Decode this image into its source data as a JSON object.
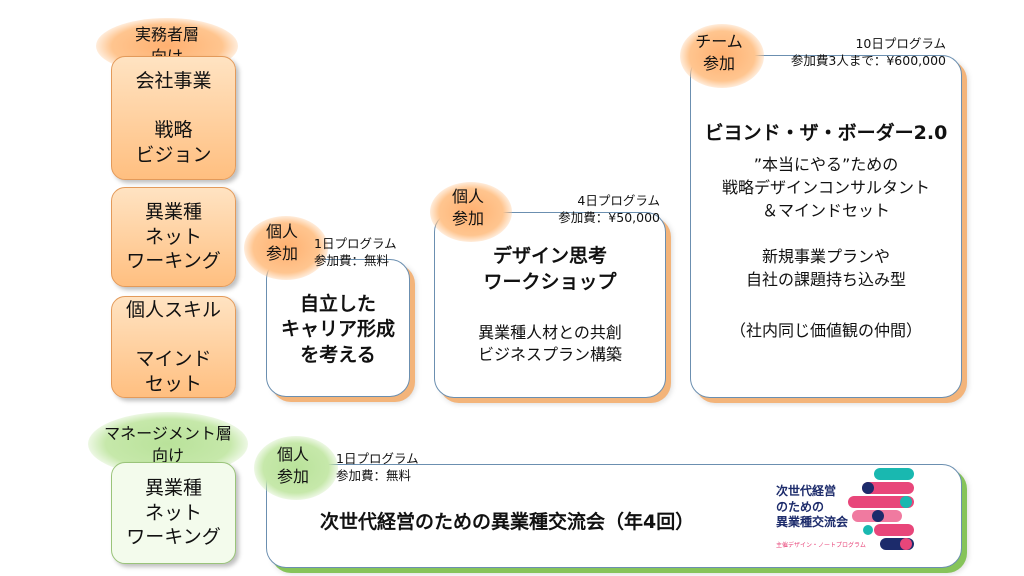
{
  "left": {
    "practitioner_tag": "実務者層\n向け",
    "box1": "会社事業\n\n戦略\nビジョン",
    "box2": "異業種\nネット\nワーキング",
    "box3": "個人スキル\n\nマインド\nセット",
    "manager_tag": "マネージメント層\n向け",
    "box4": "異業種\nネット\nワーキング"
  },
  "card_career": {
    "tag": "個人\n参加",
    "program": "1日プログラム\n参加費：無料",
    "title": "自立した\nキャリア形成\nを考える"
  },
  "card_design": {
    "tag": "個人\n参加",
    "program": "4日プログラム\n参加費：¥50,000",
    "title": "デザイン思考\nワークショップ",
    "desc": "異業種人材との共創\nビジネスプラン構築"
  },
  "card_beyond": {
    "tag": "チーム\n参加",
    "program": "10日プログラム\n参加費3人まで：¥600,000",
    "title": "ビヨンド・ザ・ボーダー2.0",
    "subtitle": "”本当にやる”ための\n戦略デザインコンサルタント\n＆マインドセット",
    "desc": "新規事業プランや\n自社の課題持ち込み型",
    "note": "（社内同じ価値観の仲間）"
  },
  "card_exchange": {
    "tag": "個人\n参加",
    "program": "1日プログラム\n参加費：無料",
    "title": "次世代経営のための異業種交流会（年4回）",
    "logo_text": "次世代経営\nのための\n異業種交流会",
    "logo_small": "主催デザイン・ノートプログラム"
  },
  "colors": {
    "orange_fill": "#ffbf80",
    "orange_tag": "#ffb070",
    "green_tag": "#b9e29a",
    "green_shadow": "#86c45a",
    "logo_teal": "#19b8b0",
    "logo_pink": "#e8467a",
    "logo_navy": "#1c2b6b"
  }
}
